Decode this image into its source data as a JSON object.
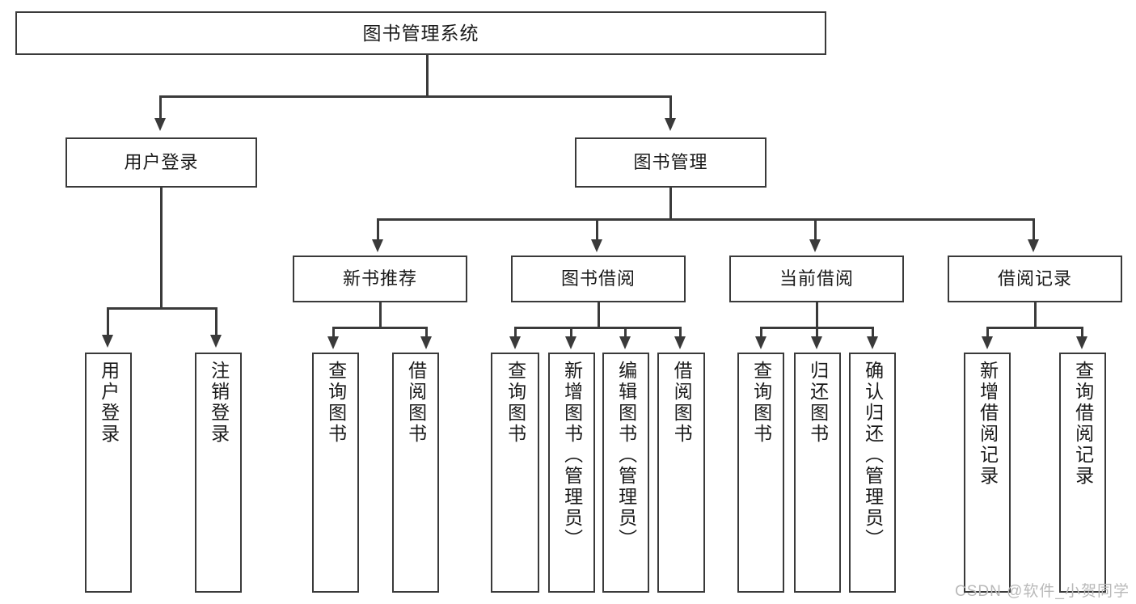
{
  "diagram": {
    "title": "图书管理系统",
    "type": "tree",
    "root": {
      "label": "图书管理系统"
    },
    "level2": [
      {
        "label": "用户登录"
      },
      {
        "label": "图书管理"
      }
    ],
    "level3": [
      {
        "label": "新书推荐"
      },
      {
        "label": "图书借阅"
      },
      {
        "label": "当前借阅"
      },
      {
        "label": "借阅记录"
      }
    ],
    "leaves": {
      "user_login": [
        {
          "label": "用户登录"
        },
        {
          "label": "注销登录"
        }
      ],
      "new_book_recommend": [
        {
          "label": "查询图书"
        },
        {
          "label": "借阅图书"
        }
      ],
      "book_borrow": [
        {
          "label": "查询图书"
        },
        {
          "label": "新增图书（管理员）"
        },
        {
          "label": "编辑图书（管理员）"
        },
        {
          "label": "借阅图书"
        }
      ],
      "current_borrow": [
        {
          "label": "查询图书"
        },
        {
          "label": "归还图书"
        },
        {
          "label": "确认归还（管理员）"
        }
      ],
      "borrow_record": [
        {
          "label": "新增借阅记录"
        },
        {
          "label": "查询借阅记录"
        }
      ]
    }
  },
  "watermark": {
    "text": "CSDN @软件_小贺同学"
  },
  "colors": {
    "stroke": "#3a3a3a",
    "fill": "#ffffff",
    "text": "#1a1a1a",
    "watermark": "#b9b9b9"
  }
}
